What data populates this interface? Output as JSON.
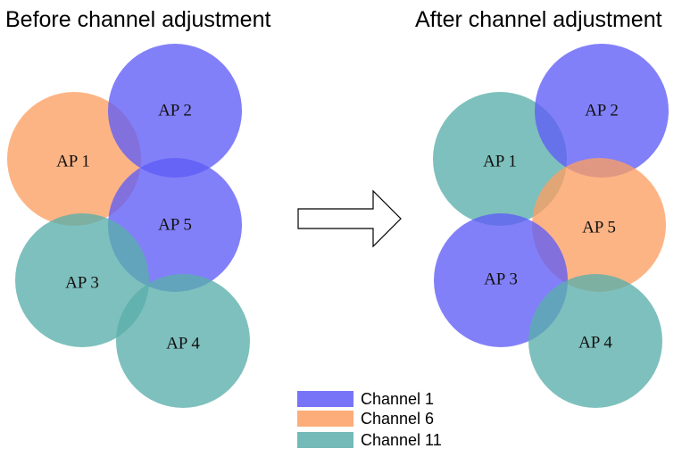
{
  "titles": {
    "before": "Before channel adjustment",
    "after": "After channel adjustment"
  },
  "colors": {
    "Channel 1": "#5f5cf6",
    "Channel 6": "#fc9f61",
    "Channel 11": "#5aaeab"
  },
  "legend": [
    {
      "label": "Channel 1",
      "channel": "Channel 1"
    },
    {
      "label": "Channel 6",
      "channel": "Channel 6"
    },
    {
      "label": "Channel 11",
      "channel": "Channel 11"
    }
  ],
  "before": {
    "aps": [
      {
        "label": "AP 1",
        "channel": "Channel 6"
      },
      {
        "label": "AP 2",
        "channel": "Channel 1"
      },
      {
        "label": "AP 5",
        "channel": "Channel 1"
      },
      {
        "label": "AP 3",
        "channel": "Channel 11"
      },
      {
        "label": "AP 4",
        "channel": "Channel 11"
      }
    ]
  },
  "after": {
    "aps": [
      {
        "label": "AP 1",
        "channel": "Channel 11"
      },
      {
        "label": "AP 2",
        "channel": "Channel 1"
      },
      {
        "label": "AP 5",
        "channel": "Channel 6"
      },
      {
        "label": "AP 3",
        "channel": "Channel 1"
      },
      {
        "label": "AP 4",
        "channel": "Channel 11"
      }
    ]
  }
}
